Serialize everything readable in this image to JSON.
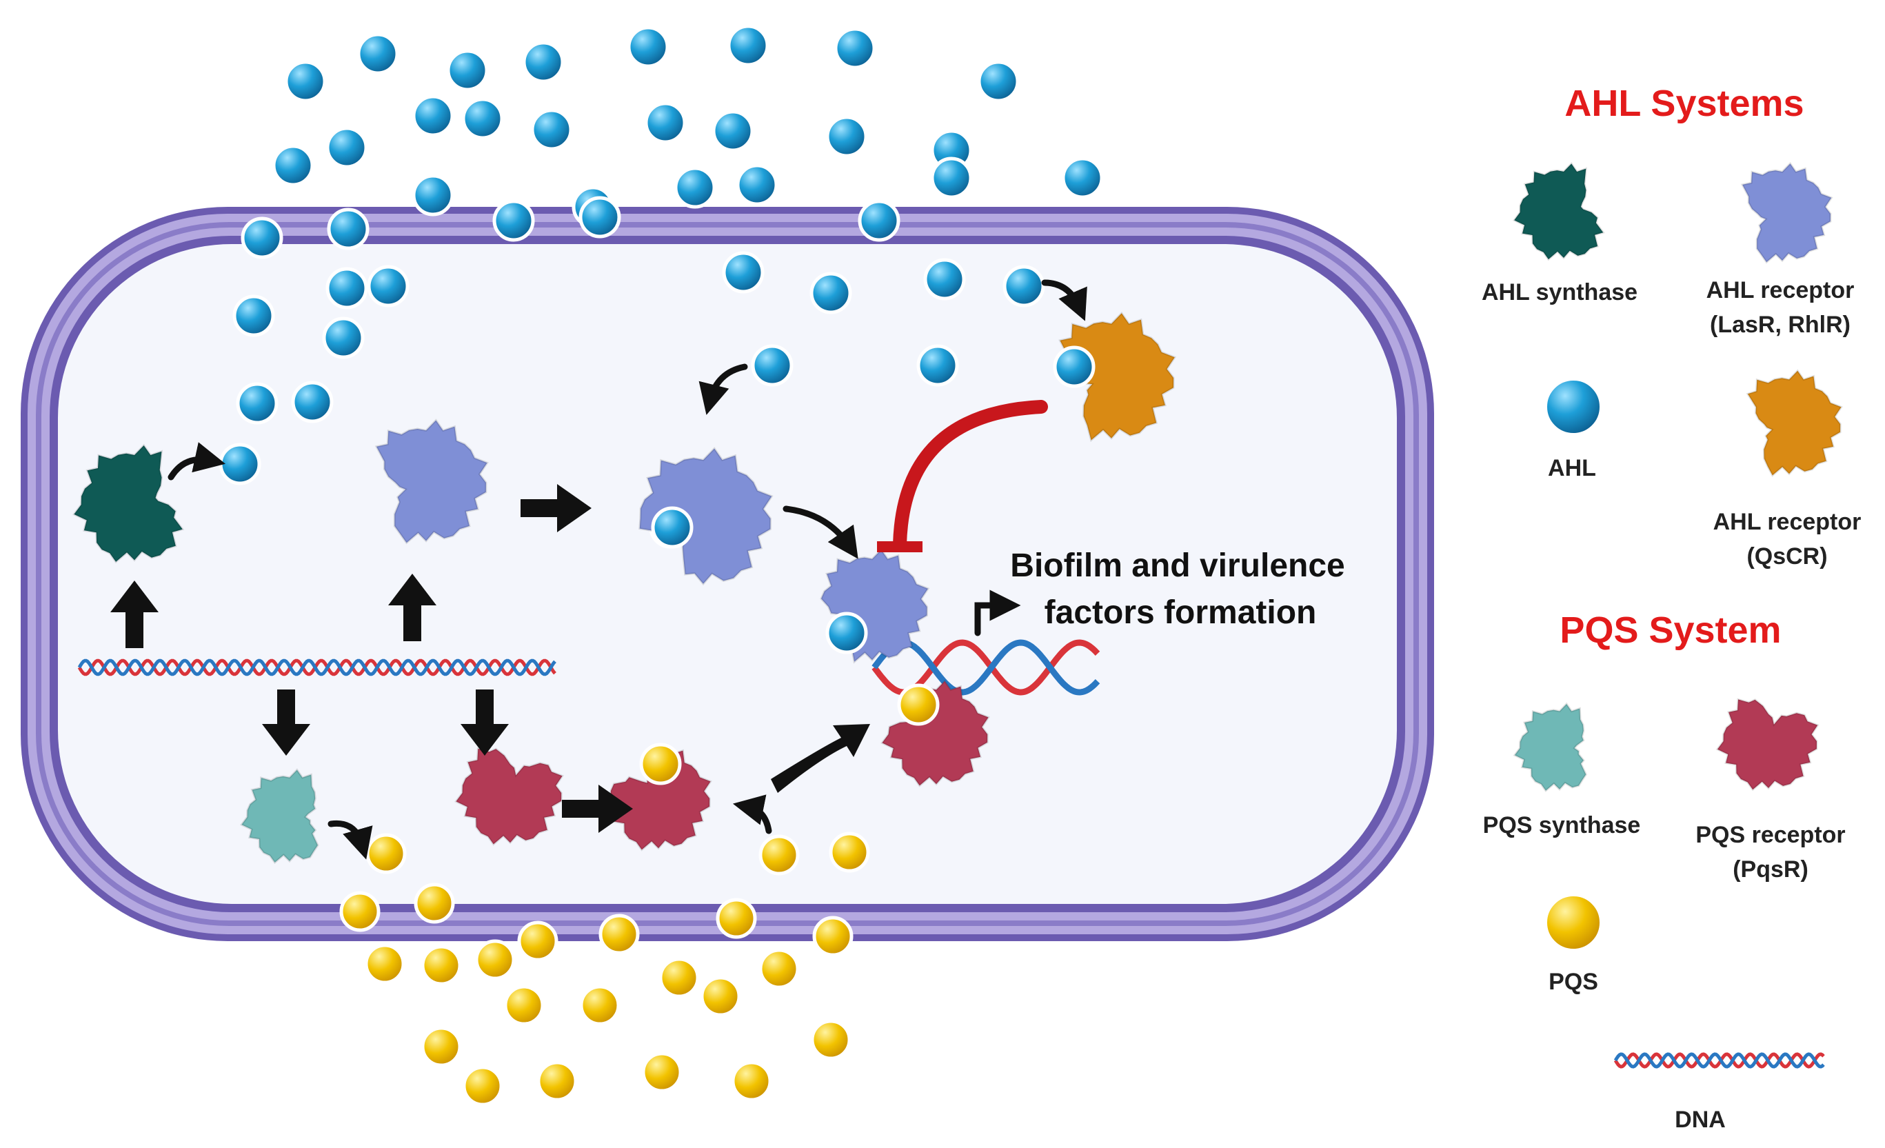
{
  "diagram_text": {
    "outcome_line1": "Biofilm and virulence",
    "outcome_line2": "factors formation"
  },
  "legend": {
    "ahl_title": "AHL Systems",
    "pqs_title": "PQS System",
    "ahl_synthase": "AHL synthase",
    "ahl_receptor_line1": "AHL receptor",
    "ahl_receptor_line2": "(LasR, RhlR)",
    "ahl": "AHL",
    "qscr_line1": "AHL receptor",
    "qscr_line2": "(QsCR)",
    "pqs_synthase": "PQS synthase",
    "pqs_receptor_line1": "PQS receptor",
    "pqs_receptor_line2": "(PqsR)",
    "pqs": "PQS",
    "dna": "DNA"
  },
  "colors": {
    "title_red": "#e31b1b",
    "membrane": "#6b5bb0",
    "membrane_light": "#b4a8e0",
    "cytoplasm": "#f4f6fc",
    "ahl_molecule": "#1e9fd8",
    "pqs_molecule": "#f2c300",
    "ahl_synthase": "#0f5a55",
    "ahl_receptor": "#7f8fd6",
    "qscr_receptor": "#d98a14",
    "pqs_synthase": "#6fb8b6",
    "pqs_receptor": "#b23a55",
    "inhibition": "#c8171c",
    "arrow": "#111111",
    "dna_red": "#d9343a",
    "dna_blue": "#2a78c2"
  }
}
